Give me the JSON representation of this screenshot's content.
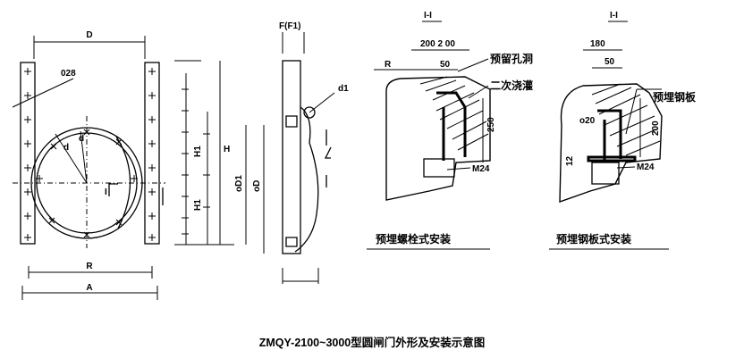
{
  "labels": {
    "dim_D": "D",
    "dim_028": "028",
    "dim_d_a": "d",
    "dim_d_b": "d",
    "dim_R": "R",
    "dim_A": "A",
    "side_H": "H",
    "side_H1_top": "H1",
    "side_H1_bottom": "H1",
    "side_oD1": "oD1",
    "side_oD": "oD",
    "force_F": "F(F1)",
    "bolt_d1": "d1",
    "section_mark": "I"
  },
  "section_bolt": {
    "title": "I-I",
    "dim_top": "200 2  00",
    "dim_R": "R",
    "dim_50": "50",
    "dim_250": "250",
    "note_hole": "预留孔洞",
    "note_grout": "二次浇灌",
    "bolt": "M24",
    "caption": "预埋螺栓式安装"
  },
  "section_plate": {
    "title": "I-I",
    "dim_180": "180",
    "dim_50": "50",
    "dim_o20": "o20",
    "dim_200": "200",
    "dim_12": "12",
    "note_plate": "预埋钢板",
    "bolt": "M24",
    "caption": "预埋钢板式安装"
  },
  "caption": "ZMQY-2100~3000型圆闸门外形及安装示意图"
}
